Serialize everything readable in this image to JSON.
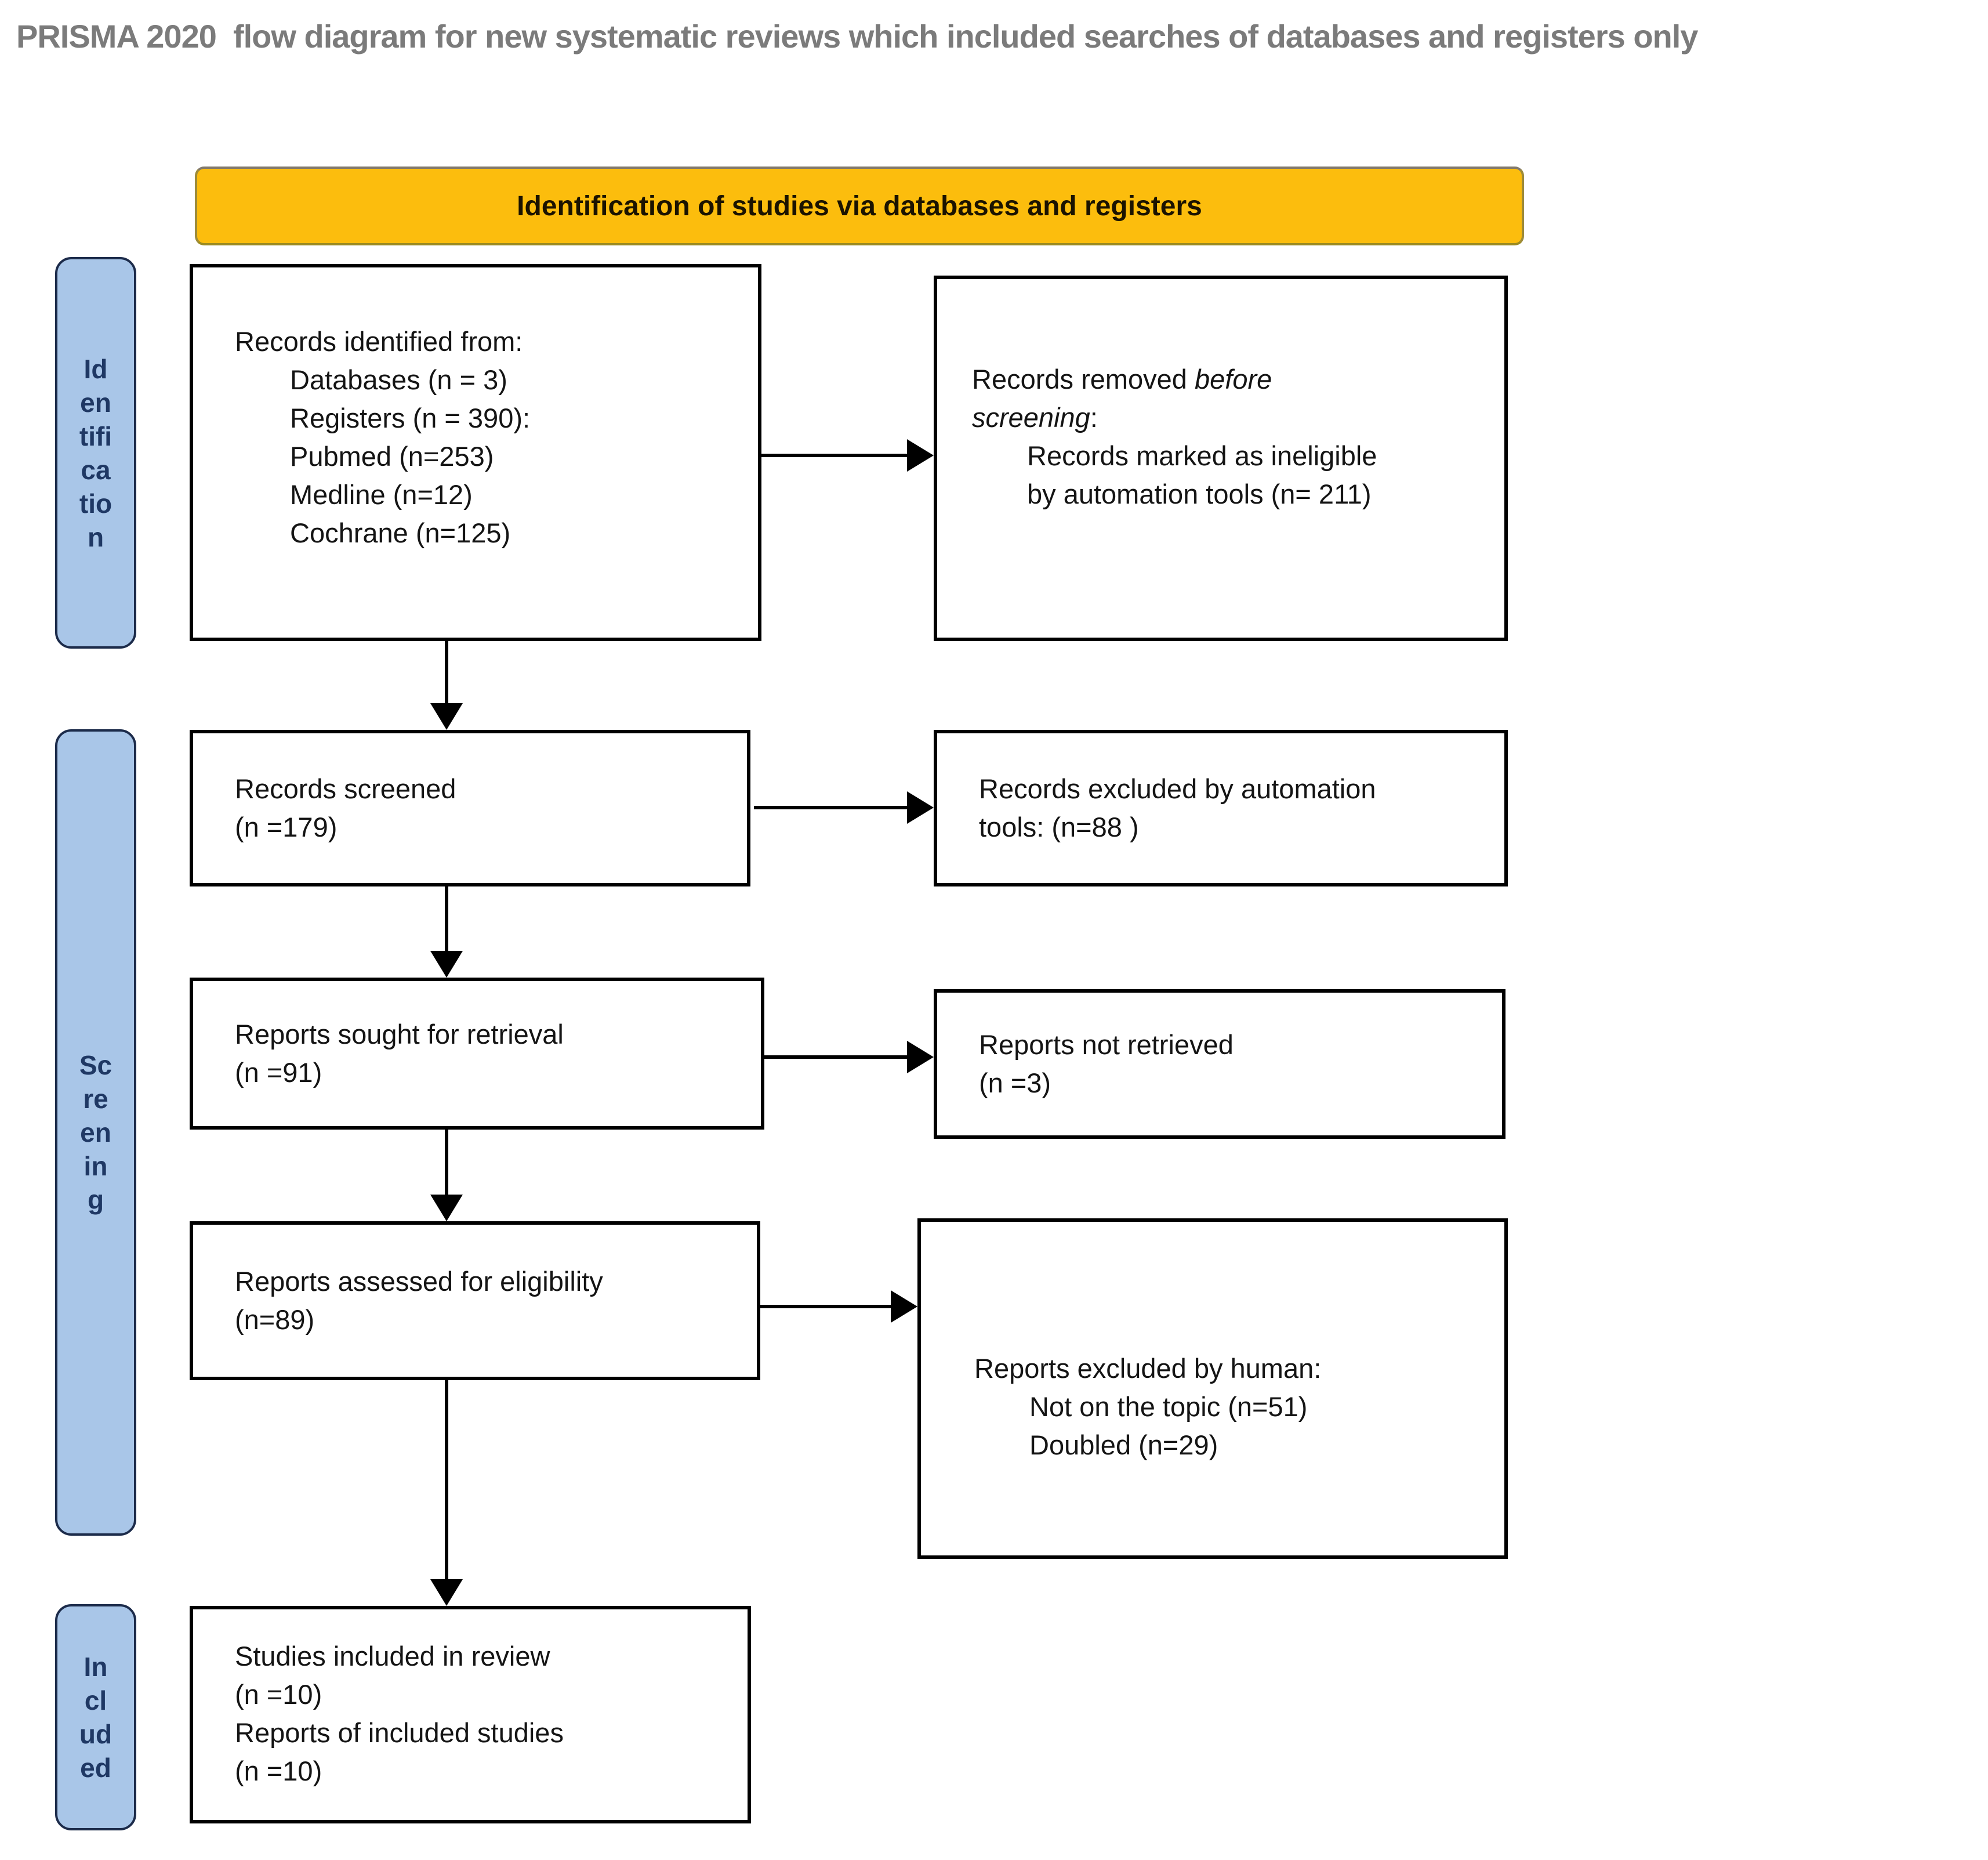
{
  "title": "PRISMA 2020  flow diagram for new systematic reviews which included searches of databases and registers only",
  "header": {
    "label": "Identification of studies via databases and registers"
  },
  "sidebar": {
    "identification": {
      "label": "Identification",
      "lines": [
        "Id",
        "en",
        "tifi",
        "ca",
        "tio",
        "n"
      ]
    },
    "screening": {
      "label": "Screening",
      "lines": [
        "Sc",
        "re",
        "en",
        "in",
        "g"
      ]
    },
    "included": {
      "label": "Included",
      "lines": [
        "In",
        "cl",
        "ud",
        "ed"
      ]
    }
  },
  "boxes": {
    "records_identified": {
      "lines": [
        {
          "indent": 0,
          "seg": [
            {
              "t": "Records identified from:"
            }
          ]
        },
        {
          "indent": 1,
          "seg": [
            {
              "t": "Databases (n = 3)"
            }
          ]
        },
        {
          "indent": 1,
          "seg": [
            {
              "t": "Registers (n = 390):"
            }
          ]
        },
        {
          "indent": 1,
          "seg": [
            {
              "t": "Pubmed (n=253)"
            }
          ]
        },
        {
          "indent": 1,
          "seg": [
            {
              "t": "Medline (n=12)"
            }
          ]
        },
        {
          "indent": 1,
          "seg": [
            {
              "t": "Cochrane (n=125)"
            }
          ]
        }
      ]
    },
    "records_removed": {
      "lines": [
        {
          "indent": 0,
          "seg": [
            {
              "t": "Records removed "
            },
            {
              "t": "before",
              "i": true
            }
          ]
        },
        {
          "indent": 0,
          "seg": [
            {
              "t": "screening",
              "i": true
            },
            {
              "t": ":"
            }
          ]
        },
        {
          "indent": 1,
          "seg": [
            {
              "t": "Records marked as ineligible"
            }
          ]
        },
        {
          "indent": 1,
          "seg": [
            {
              "t": "by automation tools (n= 211)"
            }
          ]
        }
      ]
    },
    "records_screened": {
      "lines": [
        {
          "indent": 0,
          "seg": [
            {
              "t": "Records screened"
            }
          ]
        },
        {
          "indent": 0,
          "seg": [
            {
              "t": "(n =179)"
            }
          ]
        }
      ]
    },
    "records_excluded_automation": {
      "lines": [
        {
          "indent": 0,
          "seg": [
            {
              "t": "Records excluded by automation"
            }
          ]
        },
        {
          "indent": 0,
          "seg": [
            {
              "t": "tools: (n=88 )"
            }
          ]
        }
      ]
    },
    "reports_sought": {
      "lines": [
        {
          "indent": 0,
          "seg": [
            {
              "t": "Reports sought for retrieval"
            }
          ]
        },
        {
          "indent": 0,
          "seg": [
            {
              "t": "(n =91)"
            }
          ]
        }
      ]
    },
    "reports_not_retrieved": {
      "lines": [
        {
          "indent": 0,
          "seg": [
            {
              "t": "Reports not retrieved"
            }
          ]
        },
        {
          "indent": 0,
          "seg": [
            {
              "t": "(n =3)"
            }
          ]
        }
      ]
    },
    "reports_assessed": {
      "lines": [
        {
          "indent": 0,
          "seg": [
            {
              "t": "Reports assessed for eligibility"
            }
          ]
        },
        {
          "indent": 0,
          "seg": [
            {
              "t": "(n=89)"
            }
          ]
        }
      ]
    },
    "reports_excluded_human": {
      "lines": [
        {
          "indent": 0,
          "seg": [
            {
              "t": "Reports excluded by human:"
            }
          ]
        },
        {
          "indent": 1,
          "seg": [
            {
              "t": "Not on the topic (n=51)"
            }
          ]
        },
        {
          "indent": 1,
          "seg": [
            {
              "t": "Doubled (n=29)"
            }
          ]
        }
      ]
    },
    "studies_included": {
      "lines": [
        {
          "indent": 0,
          "seg": [
            {
              "t": "Studies included in review"
            }
          ]
        },
        {
          "indent": 0,
          "seg": [
            {
              "t": "(n =10)"
            }
          ]
        },
        {
          "indent": 0,
          "seg": [
            {
              "t": "Reports of included studies"
            }
          ]
        },
        {
          "indent": 0,
          "seg": [
            {
              "t": "(n =10)"
            }
          ]
        }
      ]
    }
  },
  "colors": {
    "title_text": "#7B7B7B",
    "header_fill": "#FCBD0D",
    "header_border": "#8A7D5E",
    "sidebar_fill": "#A9C6E8",
    "sidebar_border": "#1C2B4A",
    "sidebar_text": "#1F3864",
    "box_fill": "#FFFFFF",
    "box_border": "#000000",
    "arrow": "#000000"
  }
}
